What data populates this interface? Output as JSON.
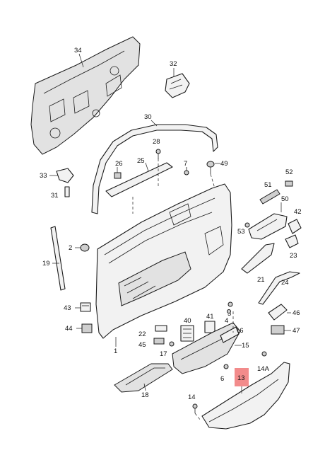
{
  "callouts": {
    "c1": "1",
    "c2": "2",
    "c4": "4",
    "c5": "5",
    "c6": "6",
    "c7": "7",
    "c13": "13",
    "c14": "14",
    "c14a": "14A",
    "c15": "15",
    "c16": "16",
    "c17": "17",
    "c18": "18",
    "c19": "19",
    "c21": "21",
    "c22": "22",
    "c23": "23",
    "c24": "24",
    "c25": "25",
    "c26": "26",
    "c28": "28",
    "c30": "30",
    "c31": "31",
    "c32": "32",
    "c33": "33",
    "c34": "34",
    "c40": "40",
    "c41": "41",
    "c42": "42",
    "c43": "43",
    "c44": "44",
    "c45": "45",
    "c46": "46",
    "c47": "47",
    "c49": "49",
    "c50": "50",
    "c51": "51",
    "c52": "52",
    "c53": "53"
  },
  "highlight": {
    "label": "13",
    "color": "#f28b8b"
  }
}
